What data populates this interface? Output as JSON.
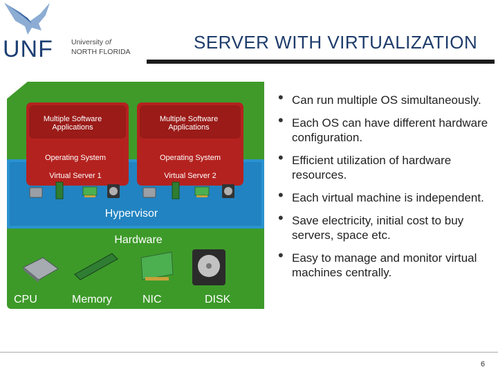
{
  "header": {
    "logo_text": "UNF",
    "university_line1": "University",
    "university_of": "of",
    "university_line2": "NORTH  FLORIDA",
    "title": "SERVER WITH VIRTUALIZATION"
  },
  "diagram": {
    "vm1": {
      "apps": "Multiple Software Applications",
      "os": "Operating System",
      "server": "Virtual Server 1"
    },
    "vm2": {
      "apps": "Multiple Software Applications",
      "os": "Operating System",
      "server": "Virtual Server 2"
    },
    "hypervisor": "Hypervisor",
    "hardware": "Hardware",
    "cpu": "CPU",
    "memory": "Memory",
    "nic": "NIC",
    "disk": "DISK"
  },
  "bullets": [
    "Can run multiple OS simultaneously.",
    "Each OS can have different hardware configuration.",
    "Efficient utilization of hardware resources.",
    "Each virtual machine is independent.",
    "Save electricity, initial cost to buy servers, space etc.",
    "Easy to manage and monitor virtual machines centrally."
  ],
  "page_number": "6",
  "colors": {
    "green": "#3f9a2a",
    "red": "#b4221f",
    "blue": "#2a93cf",
    "navy": "#1e3c6b"
  }
}
